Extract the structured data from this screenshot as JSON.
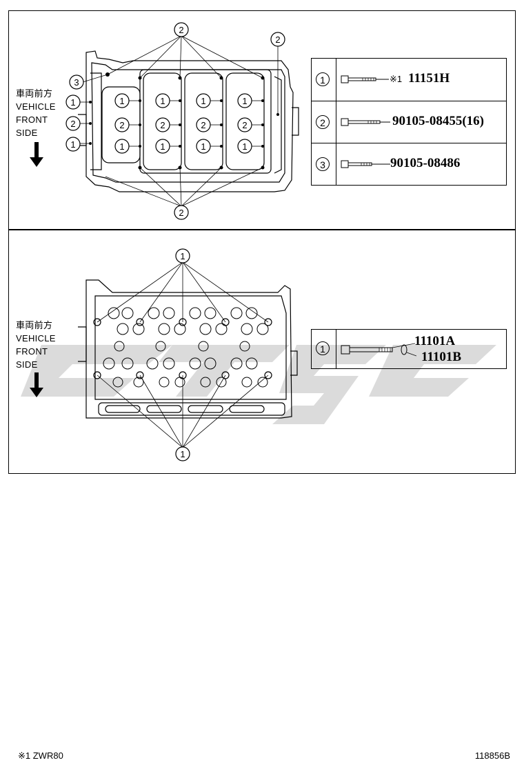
{
  "direction_label": {
    "ja": "車両前方",
    "en_line1": "VEHICLE",
    "en_line2": "FRONT",
    "en_line3": "SIDE"
  },
  "callouts": {
    "one": "1",
    "two": "2",
    "three": "3"
  },
  "top_legend": [
    {
      "index": "1",
      "note": "※1",
      "part": "11151H"
    },
    {
      "index": "2",
      "part": "90105-08455(16)"
    },
    {
      "index": "3",
      "part": "90105-08486"
    }
  ],
  "bottom_legend": [
    {
      "index": "1",
      "part_a": "11101A",
      "part_b": "11101B"
    }
  ],
  "footnote": "※1 ZWR80",
  "figure_id": "118856B",
  "colors": {
    "line": "#000000",
    "watermark": "#c8c8c8"
  }
}
